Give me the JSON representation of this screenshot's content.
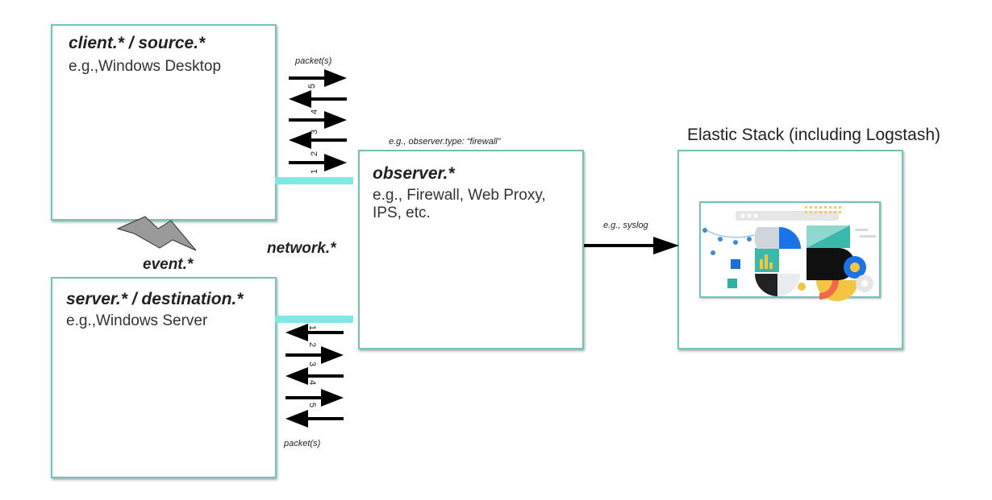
{
  "client": {
    "title": "client.*  / source.*",
    "subtitle": "e.g.,Windows Desktop"
  },
  "server": {
    "title": "server.* / destination.*",
    "subtitle": "e.g.,Windows Server"
  },
  "observer": {
    "title": "observer.*",
    "subtitle": "e.g., Firewall, Web Proxy, IPS, etc.",
    "type_label": "e.g., observer.type: “firewall”"
  },
  "elastic": {
    "title": "Elastic Stack (including Logstash)"
  },
  "labels": {
    "event": "event.*",
    "network": "network.*",
    "packets_top": "packet(s)",
    "packets_bottom": "packet(s)",
    "syslog": "e.g., syslog"
  },
  "packet_numbers": [
    "1",
    "2",
    "3",
    "4",
    "5"
  ],
  "colors": {
    "box_border": "#6fc4bb",
    "connector": "#7fe8e2",
    "arrow": "#000000",
    "lightning": "#9a9a9a"
  },
  "icons": {
    "lightning": "lightning-bolt-icon",
    "elastic_art": "elastic-stack-illustration-icon"
  }
}
